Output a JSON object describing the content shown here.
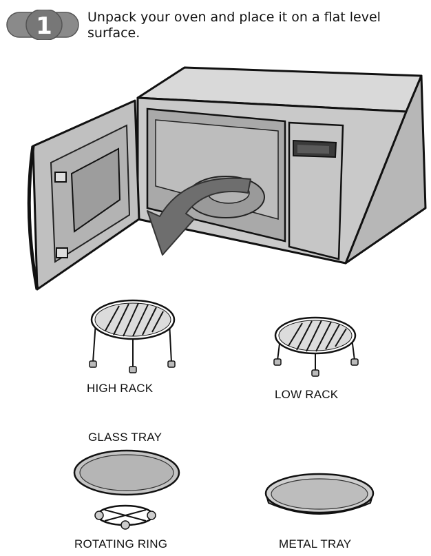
{
  "step": {
    "number": "1",
    "text": "Unpack your oven and place it on a flat level surface."
  },
  "parts": {
    "high_rack": "HIGH RACK",
    "low_rack": "LOW RACK",
    "glass_tray": "GLASS TRAY",
    "rotating_ring": "ROTATING RING",
    "metal_tray": "METAL TRAY"
  },
  "colors": {
    "oven_fill": "#c9c9c9",
    "oven_dark": "#8f8f8f",
    "arrow": "#6e6e6e",
    "tray_fill": "#c4c4c4"
  }
}
